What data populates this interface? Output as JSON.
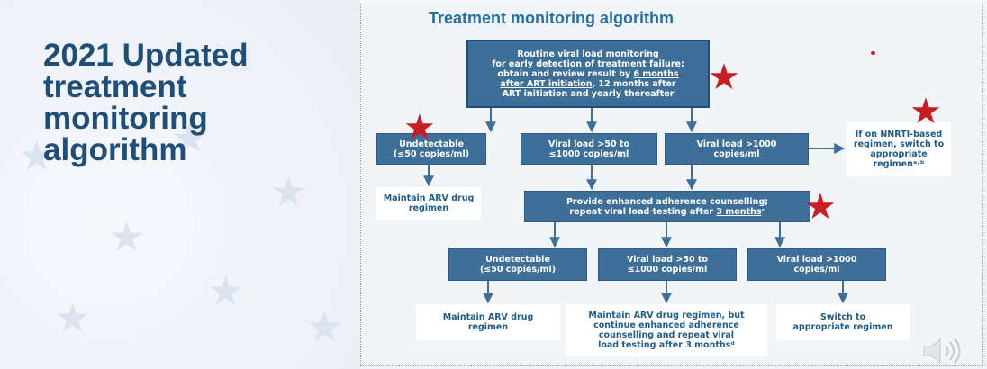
{
  "slide": {
    "title": "2021 Updated\ntreatment\nmonitoring\nalgorithm"
  },
  "algorithm": {
    "title": "Treatment monitoring algorithm",
    "top_box": {
      "line1": "Routine viral load monitoring",
      "line2": "for early detection of treatment failure:",
      "line3a": "obtain and review result by ",
      "line3b": "6 months",
      "line4a": "after ART initiation",
      "line4b": ", 12 months after",
      "line5": "ART initiation and yearly thereafter"
    },
    "row1": {
      "undetectable": "Undetectable\n(≤50 copies/ml)",
      "vl_50_1000": "Viral load >50 to\n≤1000 copies/ml",
      "vl_1000": "Viral load >1000\ncopies/ml",
      "nnrti": "If on NNRTI-based\nregimen, switch to\nappropriate\nregimenᵃ·ᵇ"
    },
    "maintain1": "Maintain ARV drug\nregimen",
    "adherence": {
      "line1": "Provide enhanced adherence counselling;",
      "line2a": "repeat viral load testing after ",
      "line2b": "3 months",
      "sup": "ᶜ"
    },
    "row2": {
      "undetectable": "Undetectable\n(≤50 copies/ml)",
      "vl_50_1000": "Viral load >50 to\n≤1000 copies/ml",
      "vl_1000": "Viral load >1000\ncopies/ml"
    },
    "outcomes": {
      "maintain": "Maintain ARV drug\nregimen",
      "maintain_counsel": "Maintain ARV drug regimen, but\ncontinue enhanced adherence\ncounselling and repeat viral\nload testing after 3 monthsᵈ",
      "switch": "Switch to\nappropriate regimen"
    }
  },
  "colors": {
    "title_blue": "#1f4e79",
    "box_blue": "#3d6f99",
    "header_blue": "#2470a4",
    "highlight_star": "#c81d25"
  },
  "icons": [
    "star-icon",
    "speaker-icon"
  ]
}
